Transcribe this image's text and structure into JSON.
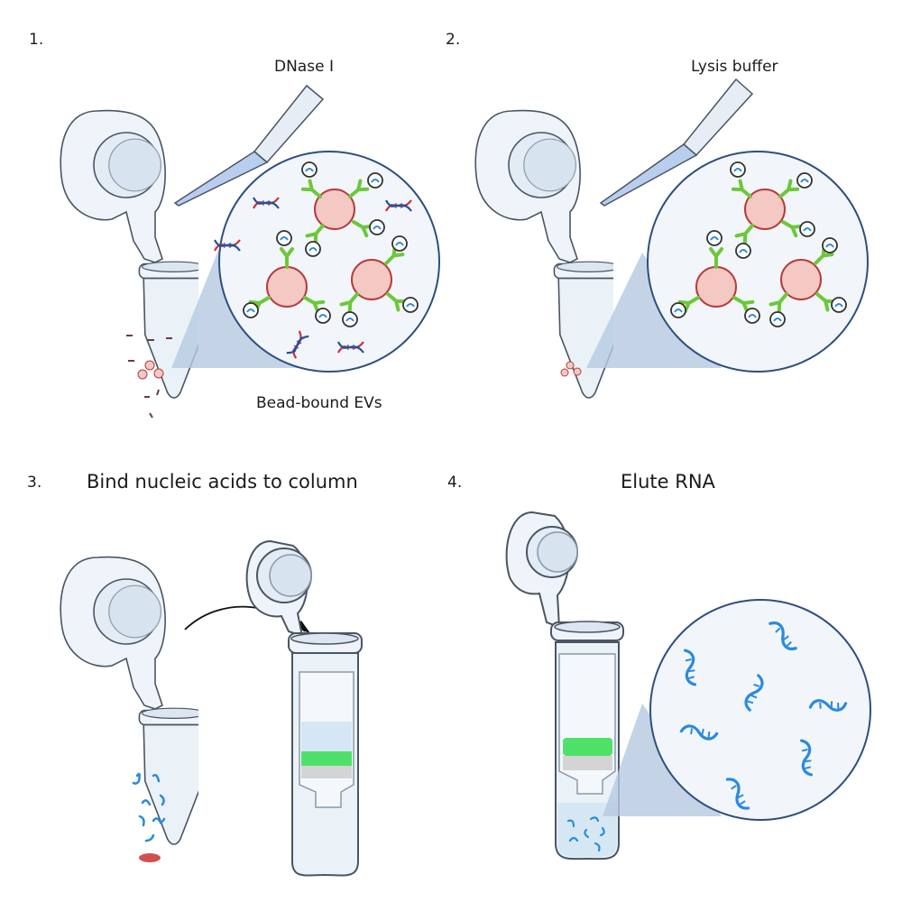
{
  "figure": {
    "steps": [
      {
        "number": "1.",
        "reagent_label": "DNase I",
        "zoom_label": "Bead-bound EVs"
      },
      {
        "number": "2.",
        "reagent_label": "Lysis buffer"
      },
      {
        "number": "3.",
        "title": "Bind nucleic acids to column"
      },
      {
        "number": "4.",
        "title": "Elute RNA"
      }
    ]
  },
  "colors": {
    "tube_fill": "#eaf2f8",
    "tube_outline": "#4a5563",
    "magnifier_outline": "#2d4f80",
    "magnifier_fill": "#f2f6fa",
    "cone_fill": "#b5c9e0",
    "bead_fill": "#f4c9c4",
    "bead_outline": "#b83a3a",
    "antibody": "#6cc83a",
    "ev_outline": "#333333",
    "rna": "#2a8ae0",
    "dna_red": "#d62c2c",
    "dna_blue": "#1f4fa0",
    "pipette_liquid": "#b9cdef",
    "column_membrane": "#4fe06a",
    "column_frit": "#d4d4d4",
    "arrow": "#111111",
    "pellet": "#d05050"
  },
  "icons": [
    "microcentrifuge-tube-icon",
    "pipette-tip-icon",
    "magnifier-circle-icon",
    "magnetic-bead-icon",
    "antibody-icon",
    "extracellular-vesicle-icon",
    "dna-double-helix-icon",
    "rna-strand-icon",
    "spin-column-icon",
    "transfer-arrow-icon"
  ]
}
